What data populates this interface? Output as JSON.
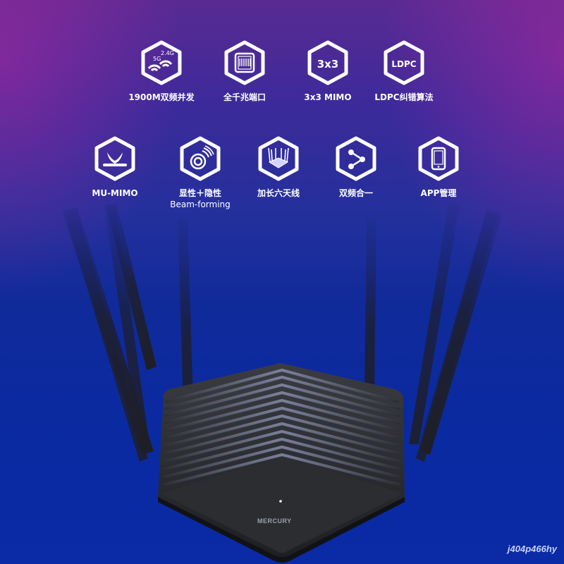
{
  "features_row1": [
    {
      "icon": "dual-band-wifi-icon",
      "label": "1900M双频并发",
      "icon_text_a": "5G",
      "icon_text_b": "2.4G"
    },
    {
      "icon": "ethernet-port-icon",
      "label": "全千兆端口"
    },
    {
      "icon": "mimo-3x3-icon",
      "label": "3x3 MIMO",
      "icon_text": "3x3"
    },
    {
      "icon": "ldpc-icon",
      "label": "LDPC纠错算法",
      "icon_text": "LDPC"
    }
  ],
  "features_row2": [
    {
      "icon": "mu-mimo-icon",
      "label": "MU-MIMO"
    },
    {
      "icon": "beamforming-icon",
      "label": "显性＋隐性",
      "label2": "Beam-forming"
    },
    {
      "icon": "six-antenna-router-icon",
      "label": "加长六天线"
    },
    {
      "icon": "share-merge-icon",
      "label": "双频合一"
    },
    {
      "icon": "smartphone-app-icon",
      "label": "APP管理"
    }
  ],
  "product": {
    "brand": "MERCURY",
    "led_color": "#ffffff",
    "body_color": "#2b2d31"
  },
  "colors": {
    "top_purple": "#5a2a92",
    "bottom_blue": "#0a2aa2",
    "icon_white": "#ffffff"
  },
  "watermark": "j404p466hy"
}
